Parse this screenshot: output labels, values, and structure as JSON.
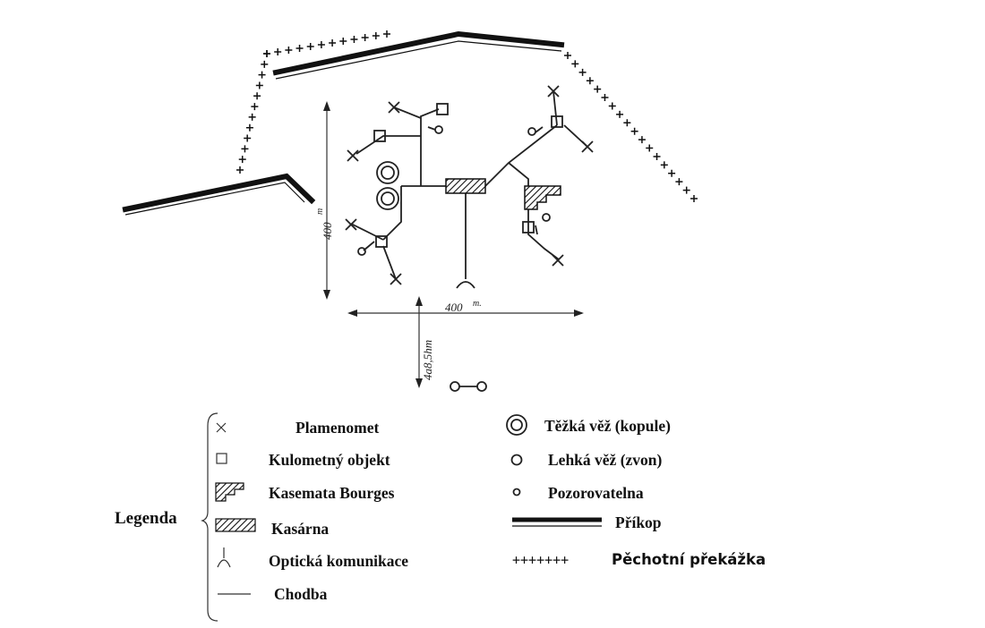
{
  "diagram": {
    "dimensions": {
      "vertical": {
        "value": "400",
        "unit": "m"
      },
      "horizontal": {
        "value": "400",
        "unit": "m."
      },
      "distance": {
        "value": "4a8,5hm"
      }
    }
  },
  "legend": {
    "title": "Legenda",
    "left_items": [
      {
        "symbol": "cross",
        "label": "Plamenomet"
      },
      {
        "symbol": "square",
        "label": "Kulometný objekt"
      },
      {
        "symbol": "hatched-step",
        "label": "Kasemata Bourges"
      },
      {
        "symbol": "hatched-rect",
        "label": "Kasárna"
      },
      {
        "symbol": "optical-comm",
        "label": "Optická komunikace"
      },
      {
        "symbol": "corridor",
        "label": "Chodba"
      }
    ],
    "right_items": [
      {
        "symbol": "double-circle",
        "label": "Těžká věž (kopule)"
      },
      {
        "symbol": "circle-medium",
        "label": "Lehká věž (zvon)"
      },
      {
        "symbol": "circle-small",
        "label": "Pozorovatelna"
      },
      {
        "symbol": "trench",
        "label": "Příkop"
      },
      {
        "symbol": "obstacle",
        "marker": "+++++++",
        "label": "Pěchotní překážka"
      }
    ]
  }
}
